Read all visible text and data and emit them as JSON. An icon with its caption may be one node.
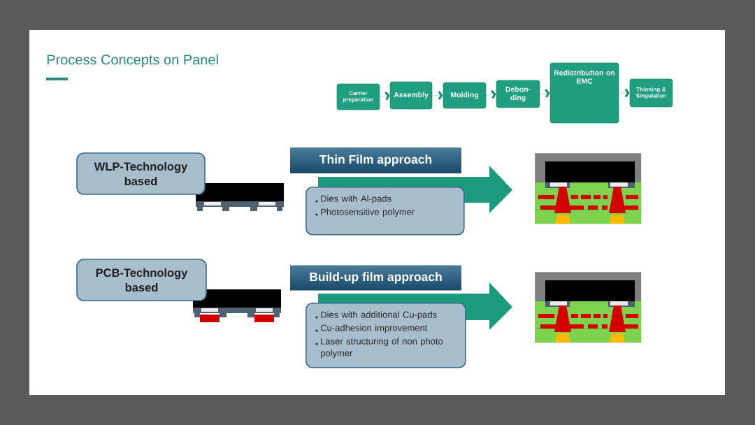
{
  "diagram": {
    "title": "Process Concepts on Panel",
    "nodes": [
      {
        "text": [
          "Carrier preparation"
        ]
      },
      {
        "text": [
          "Assembly"
        ]
      },
      {
        "text": [
          "Molding"
        ]
      },
      {
        "text": [
          "Debon- ding"
        ]
      },
      {
        "text": [
          "Redistribution on EMC"
        ]
      },
      {
        "text": [
          "Thinning & Singulation"
        ]
      },
      {
        "text": [
          "WLP-Technology based"
        ]
      },
      {
        "text": [
          "Thin Film approach"
        ]
      },
      {
        "text": [
          "Dies with Al-pads",
          "Photosensitive polymer"
        ]
      },
      {
        "text": [],
        "shape": "picture"
      },
      {
        "text": [
          "PCB-Technology based"
        ]
      },
      {
        "text": [
          "Build-up film approach"
        ]
      },
      {
        "text": [
          "Dies with additional Cu-pads",
          "Cu-adhesion improvement",
          "Laser structuring of non photo polymer"
        ]
      },
      {
        "text": [],
        "shape": "picture"
      }
    ],
    "edges": [
      {
        "from": 0,
        "to": 1,
        "arrow": "to"
      },
      {
        "from": 1,
        "to": 2,
        "arrow": "to"
      },
      {
        "from": 2,
        "to": 3,
        "arrow": "to"
      },
      {
        "from": 3,
        "to": 4,
        "arrow": "to"
      },
      {
        "from": 4,
        "to": 5,
        "arrow": "to"
      },
      {
        "from": null,
        "to": 9,
        "arrow": "to"
      },
      {
        "from": null,
        "to": 13,
        "arrow": "to"
      }
    ]
  }
}
